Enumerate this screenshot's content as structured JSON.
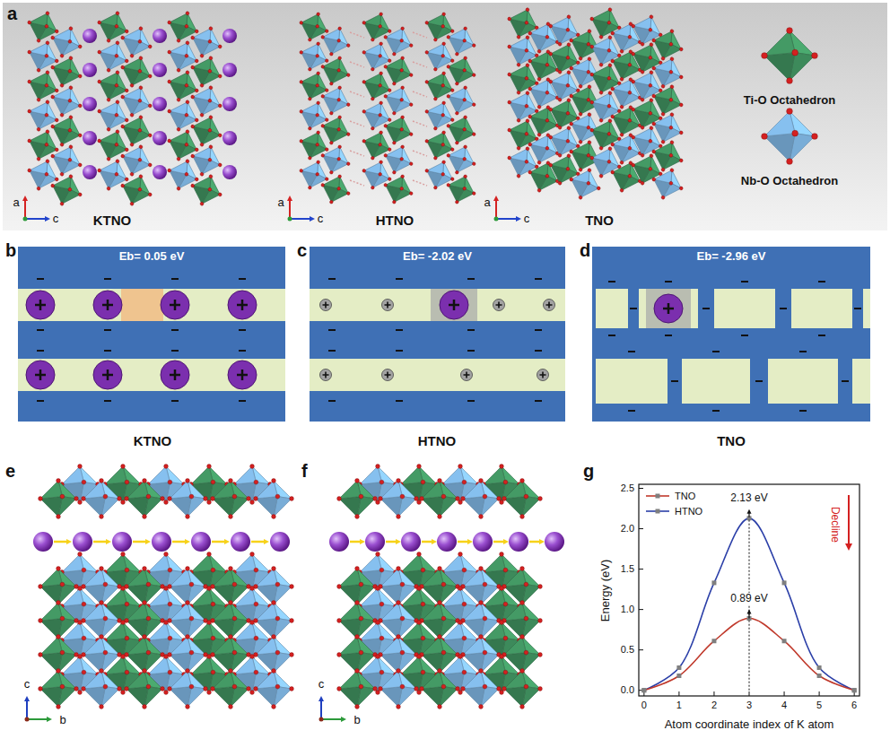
{
  "diagram": {
    "nodes": [
      {
        "text": [
          "Eb= 0.05 eV"
        ]
      },
      {
        "text": [
          "Eb= -2.02 eV"
        ]
      },
      {
        "text": [
          "Eb= -2.96 eV"
        ]
      }
    ],
    "labels": [
      "a",
      "a",
      "c",
      "KTNO",
      "a",
      "c",
      "HTNO",
      "a",
      "c",
      "TNO",
      "b",
      "KTNO",
      "c",
      "HTNO",
      "d",
      "TNO",
      "e",
      "c",
      "b",
      "f",
      "c",
      "b",
      "g",
      "2.13 eV",
      "0.89 eV",
      "Decline",
      "Energy (eV)",
      "Atom coordinate index of K atom",
      "0.0",
      "0.5",
      "1.0",
      "1.5",
      "2.0",
      "2.5",
      "0",
      "1",
      "2",
      "3",
      "4",
      "5",
      "6"
    ],
    "legend": [
      {
        "text": "Ti-O Octahedron"
      },
      {
        "text": "Nb-O Octahedron"
      },
      {
        "text": "TNO"
      },
      {
        "text": "HTNO"
      }
    ]
  }
}
